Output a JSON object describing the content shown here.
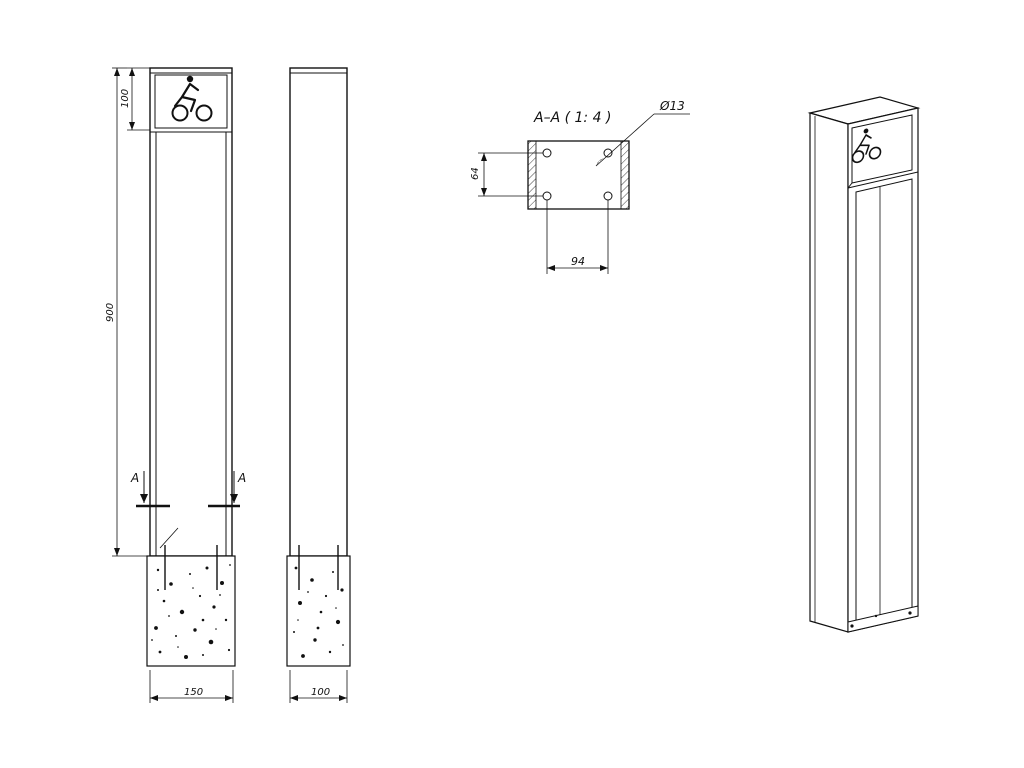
{
  "front_view": {
    "dim_top_height": "100",
    "dim_total_height": "900",
    "dim_base_width": "150",
    "section_marker_left": "A",
    "section_marker_right": "A",
    "icon": "bicycle-icon"
  },
  "side_view": {
    "dim_base_width": "100"
  },
  "section_view": {
    "title": "A–A ( 1: 4 )",
    "dim_hole_diameter": "Ø13",
    "dim_vertical_spacing": "64",
    "dim_horizontal_spacing": "94"
  },
  "iso_view": {
    "icon": "bicycle-icon"
  },
  "colors": {
    "ink": "#111111",
    "background": "#ffffff"
  }
}
